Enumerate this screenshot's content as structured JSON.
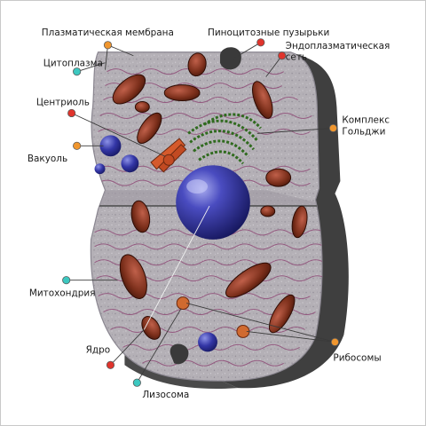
{
  "labels": {
    "plasma_membrane": "Плазматическая мембрана",
    "cytoplasm": "Цитоплазма",
    "pinocytic_vesicles": "Пиноцитозные пузырьки",
    "er_line1": "Эндоплазматическая",
    "er_line2": "сеть",
    "centriole": "Центриоль",
    "golgi_line1": "Комплекс",
    "golgi_line2": "Гольджи",
    "vacuole": "Вакуоль",
    "mitochondria": "Митохондрия",
    "nucleus": "Ядро",
    "lysosome": "Лизосома",
    "ribosomes": "Рибосомы"
  },
  "colors": {
    "marker_orange": "#f0962e",
    "marker_red": "#e0342c",
    "marker_cyan": "#3cc8c0",
    "cytoplasm": "#b5b1b6",
    "shadow": "#3f3f3f",
    "mitochondria": "#7a2e1a",
    "nucleus": "#2e2f88",
    "golgi": "#2f6a1e",
    "er": "#8a3d6e"
  }
}
